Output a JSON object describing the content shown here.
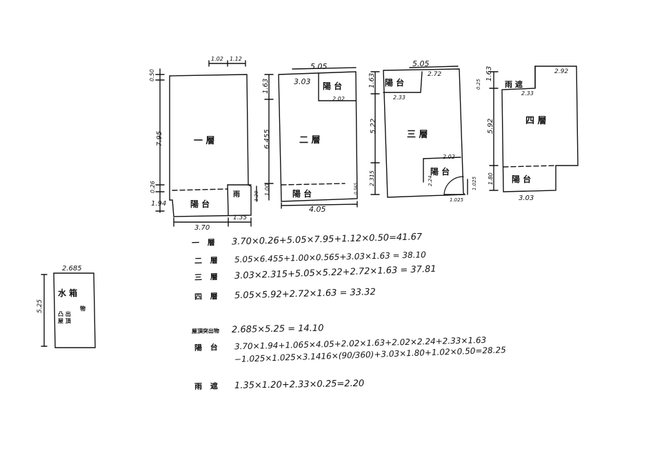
{
  "plans": {
    "f1": {
      "name": "一 層",
      "balcony": "陽 台",
      "rain": "雨",
      "dims": {
        "top_a": "1.02",
        "top_b": "1.12",
        "left_top": "0.50",
        "left_main": "7.95",
        "left_b": "0.26",
        "left_c": "1.94",
        "bottom": "3.70",
        "bottom_r": "1.35",
        "side": "1.20"
      }
    },
    "f2": {
      "name": "二 層",
      "balcony": "陽 台",
      "dims": {
        "top": "5.05",
        "inner_top": "3.03",
        "inner_w": "2.02",
        "left_a": "1.63",
        "left_b": "6.455",
        "left_c": "1.00",
        "bottom": "4.05",
        "right_small": "0.565"
      }
    },
    "f3": {
      "name": "三 層",
      "balcony": "陽 台",
      "dims": {
        "top": "5.05",
        "top_r": "2.72",
        "inner_w": "2.33",
        "left_a": "1.63",
        "left_b": "5.22",
        "left_c": "2.315",
        "inner_r": "2.02",
        "side_r": "2.24",
        "arc_a": "1.025",
        "arc_b": "1.025"
      }
    },
    "f4": {
      "name": "四 層",
      "balcony": "陽 台",
      "rain": "雨 遮",
      "dims": {
        "top_r": "2.92",
        "inner_w": "2.33",
        "left_top": "0.25",
        "left_a": "1.63",
        "left_b": "5.92",
        "left_c": "1.80",
        "bottom": "3.03"
      }
    },
    "tower": {
      "name": "水 箱",
      "sub_a": "凸 出",
      "sub_b": "物",
      "sub_c": "屋 頂",
      "dims": {
        "top": "2.685",
        "left": "5.25"
      }
    }
  },
  "calcs": [
    {
      "label": "一 層",
      "formula": "3.70×0.26+5.05×7.95+1.12×0.50=41.67"
    },
    {
      "label": "二 層",
      "formula": "5.05×6.455+1.00×0.565+3.03×1.63 = 38.10"
    },
    {
      "label": "三 層",
      "formula": "3.03×2.315+5.05×5.22+2.72×1.63 = 37.81"
    },
    {
      "label": "四 層",
      "formula": "5.05×5.92+2.72×1.63 = 33.32"
    },
    {
      "label": "屋頂突出物",
      "formula": "2.685×5.25   = 14.10"
    },
    {
      "label": "陽 台",
      "formula": "3.70×1.94+1.065×4.05+2.02×1.63+2.02×2.24+2.33×1.63"
    },
    {
      "label": "",
      "formula": "−1.025×1.025×3.1416×(90/360)+3.03×1.80+1.02×0.50=28.25"
    },
    {
      "label": "雨 遮",
      "formula": "1.35×1.20+2.33×0.25=2.20"
    }
  ]
}
